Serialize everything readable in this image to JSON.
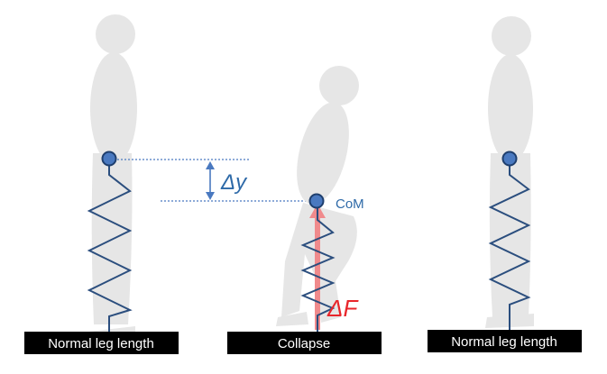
{
  "panels": [
    {
      "label": "Normal leg length"
    },
    {
      "label": "Collapse"
    },
    {
      "label": "Normal leg length"
    }
  ],
  "annotations": {
    "delta_y": "Δy",
    "delta_f": "ΔF",
    "com": "CoM"
  },
  "colors": {
    "silhouette": "#e6e6e6",
    "spring": "#2b4e7e",
    "com_fill": "#4a79c0",
    "com_stroke": "#1f3f6e",
    "dotted_line": "#4a79c0",
    "force_arrow": "#f08a8c",
    "force_text": "#e8262b",
    "base_bar": "#000000",
    "base_text": "#ffffff"
  }
}
